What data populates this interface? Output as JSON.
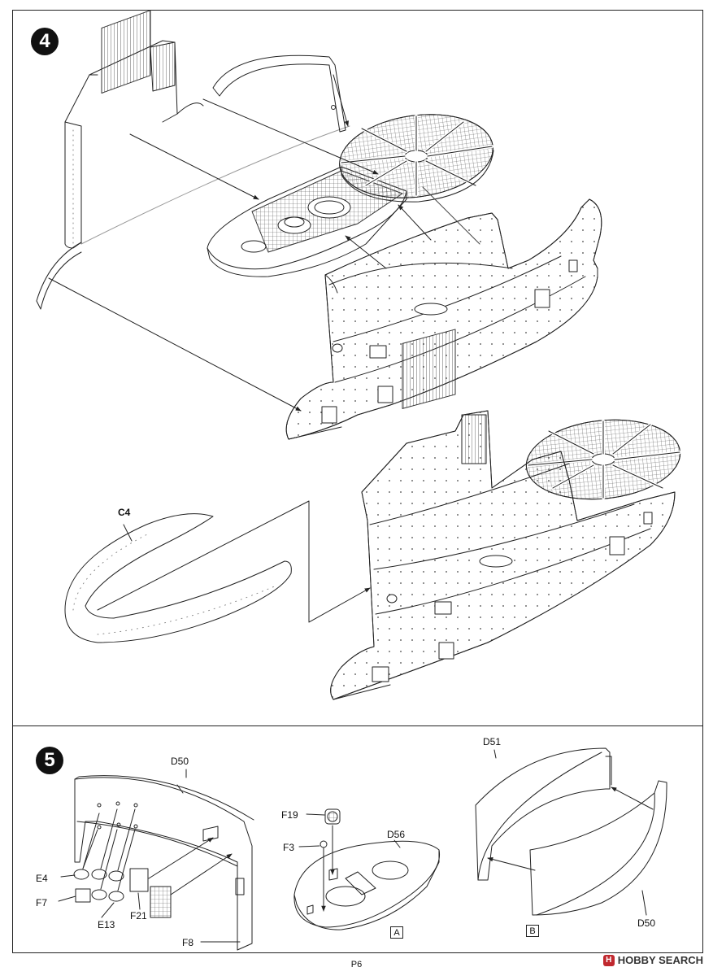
{
  "steps": {
    "step4": "4",
    "step5": "5"
  },
  "labels": {
    "c4": "C4",
    "d50_top": "D50",
    "e4": "E4",
    "f7": "F7",
    "e13": "E13",
    "f21": "F21",
    "f8": "F8",
    "f19": "F19",
    "f3": "F3",
    "d56": "D56",
    "d51": "D51",
    "d50_bottom": "D50",
    "box_a": "A",
    "box_b": "B"
  },
  "page": {
    "number": "P6"
  },
  "watermark": {
    "logo_char": "H",
    "text": "HOBBY SEARCH"
  }
}
